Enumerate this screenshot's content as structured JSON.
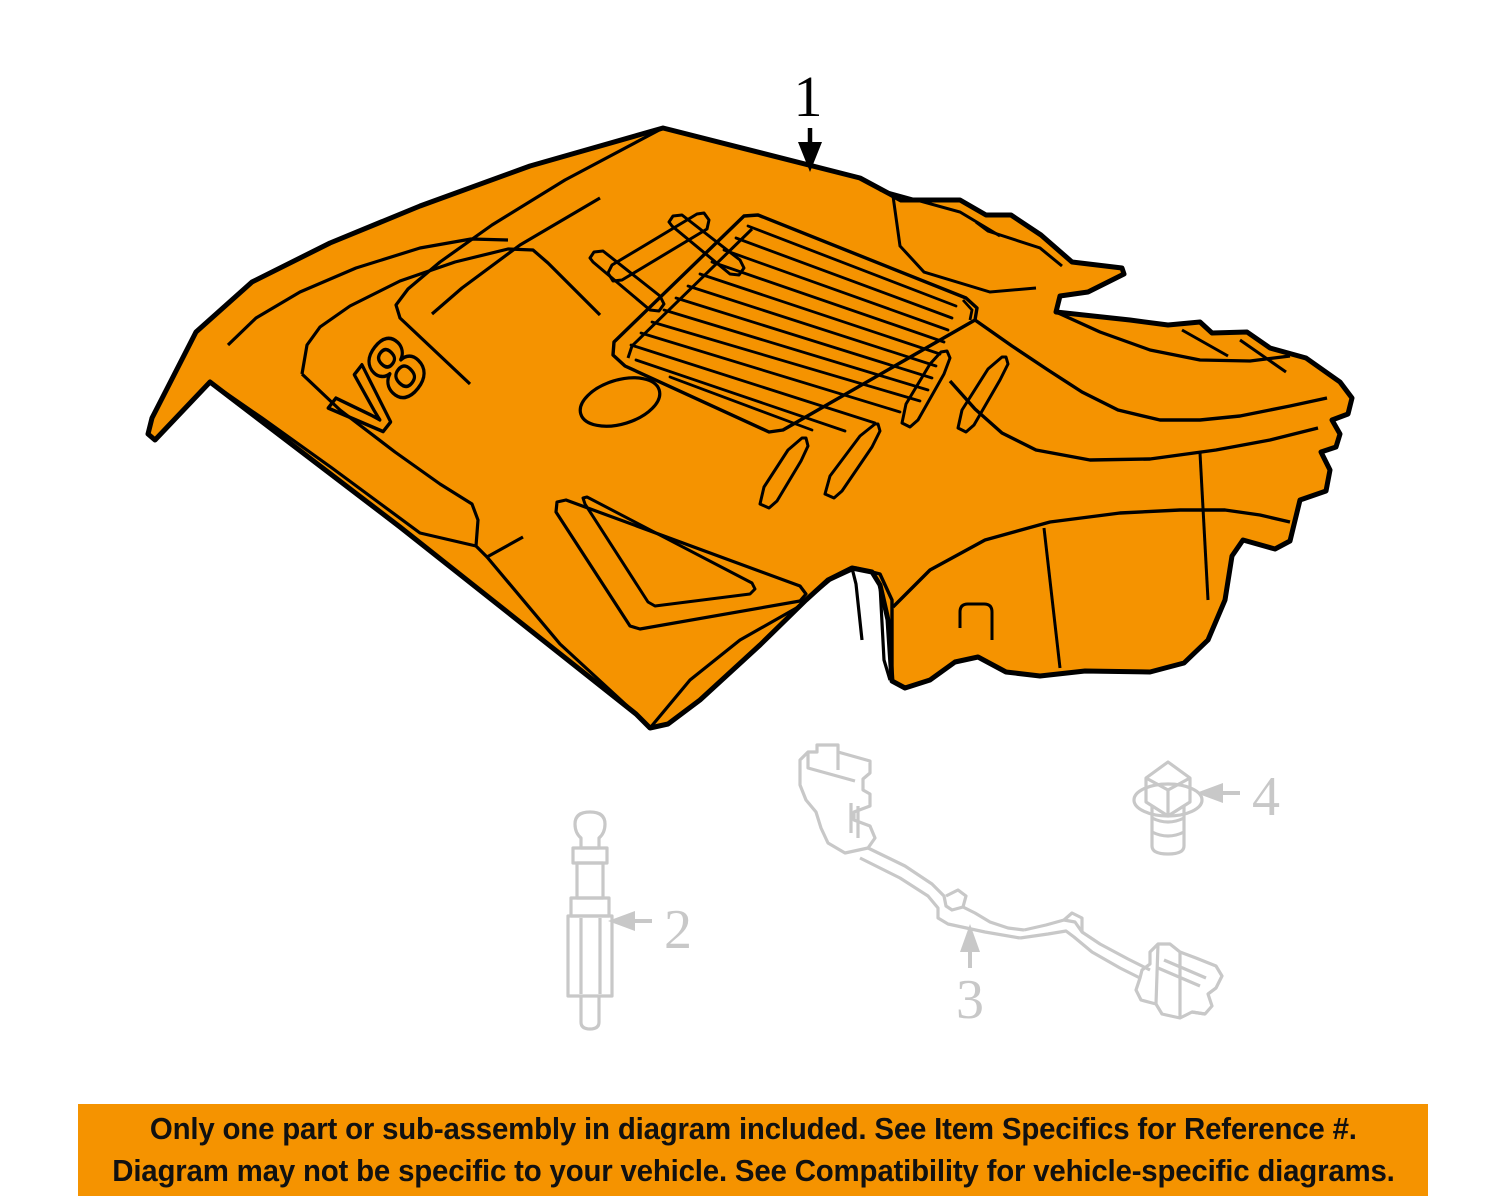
{
  "diagram": {
    "title": "Engine appearance cover exploded parts diagram",
    "background_color": "#ffffff",
    "part_fill_color": "#f59300",
    "part_outline_color": "#000000",
    "ghost_outline_color": "#c8c8c8",
    "badge_text": "V8",
    "highlighted_part_number": "1"
  },
  "callouts": [
    {
      "number": "1",
      "part_name": "engine-appearance-cover",
      "style": "black",
      "arrow_direction": "down"
    },
    {
      "number": "2",
      "part_name": "cover-mounting-ball-stud",
      "style": "gray",
      "arrow_direction": "left"
    },
    {
      "number": "3",
      "part_name": "wiring-harness-connector-cable",
      "style": "gray",
      "arrow_direction": "up"
    },
    {
      "number": "4",
      "part_name": "flange-hex-bolt",
      "style": "gray",
      "arrow_direction": "left"
    }
  ],
  "banner": {
    "background_color": "#f59300",
    "text_color": "#111111",
    "line1": "Only one part or sub-assembly in diagram included. See Item Specifics for Reference #.",
    "line2": "Diagram may not be specific to your vehicle. See Compatibility for vehicle-specific diagrams."
  }
}
